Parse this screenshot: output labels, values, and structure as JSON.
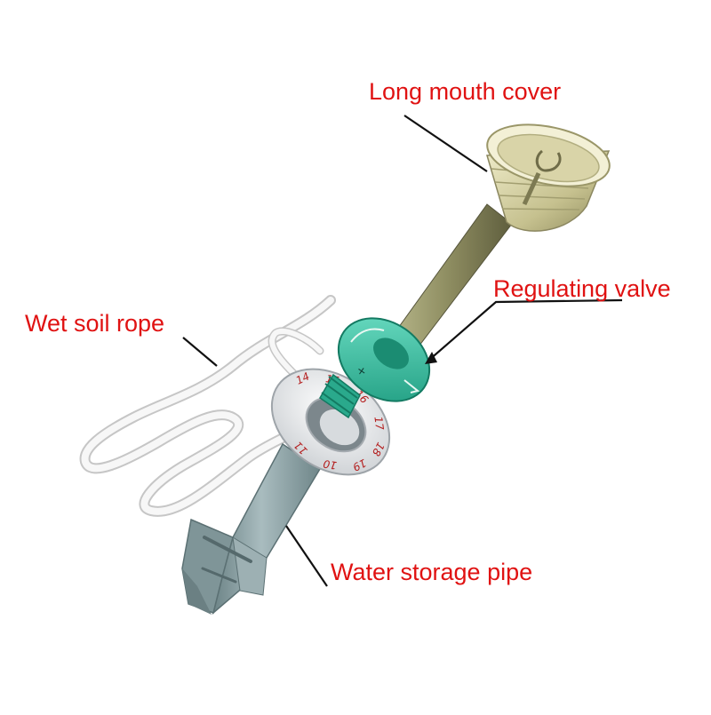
{
  "colors": {
    "label_text": "#e01212",
    "leader_line": "#111111",
    "cover": "#c9c49a",
    "rod": "#8a8a5e",
    "valve": "#2fb79a",
    "pipe": "#8fa3a6",
    "dial": "#eef0f2",
    "dial_numbers": "#b41e1e",
    "rope": "#f4f4f4"
  },
  "labels": {
    "cover": "Long mouth cover",
    "valve": "Regulating valve",
    "rope": "Wet soil rope",
    "pipe": "Water storage pipe"
  },
  "dial_numbers": [
    "14",
    "15",
    "16",
    "17",
    "18",
    "19",
    "10",
    "11"
  ]
}
